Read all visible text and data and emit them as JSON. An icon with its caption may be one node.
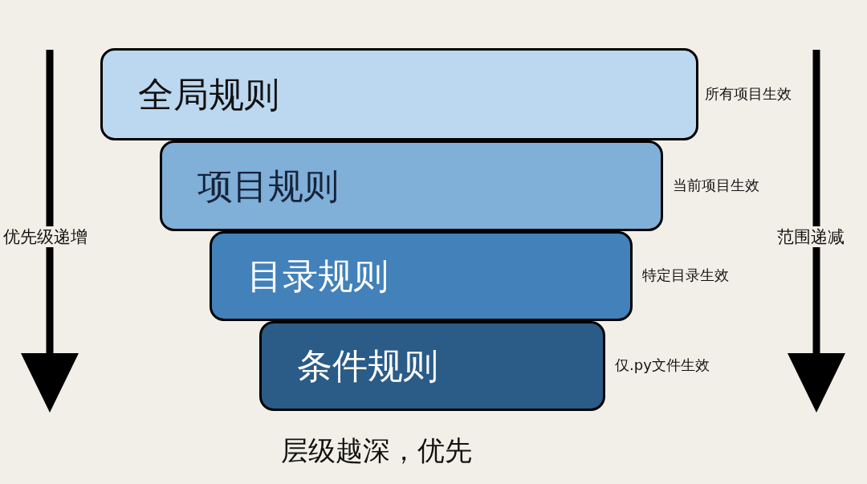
{
  "diagram": {
    "nodes": [
      {
        "text": [
          "全局规则"
        ],
        "beside": [
          "所有项目生效"
        ]
      },
      {
        "text": [
          "项目规则"
        ],
        "beside": [
          "当前项目生效"
        ]
      },
      {
        "text": [
          "目录规则"
        ],
        "beside": [
          "特定目录生效"
        ]
      },
      {
        "text": [
          "条件规则"
        ],
        "beside": [
          "仅.py文件生效"
        ]
      }
    ],
    "edges": [],
    "labels": [
      "优先级递增",
      "范围递减",
      "层级越深，优先"
    ]
  }
}
